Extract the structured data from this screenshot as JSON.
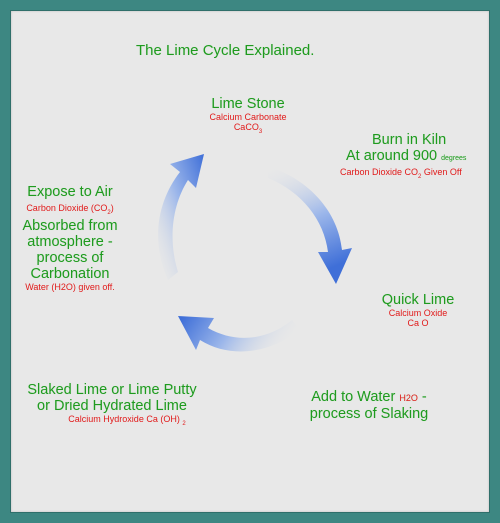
{
  "title": "The Lime Cycle Explained.",
  "stages": {
    "lime_stone": {
      "name": "Lime Stone",
      "sub1": "Calcium Carbonate",
      "sub2": "CaCO",
      "sub2_subscript": "3"
    },
    "kiln": {
      "line1": "Burn in Kiln",
      "line2": "At around 900",
      "degrees": "degrees",
      "sub_a": "Carbon Dioxide  CO",
      "sub_a_subscript": "2",
      "sub_b": "Given Off"
    },
    "quick_lime": {
      "name": "Quick Lime",
      "sub1": "Calcium Oxide",
      "sub2": "Ca O"
    },
    "water": {
      "line1a": "Add to Water",
      "h2o": "H2O",
      "line1b": "-",
      "line2": "process of Slaking"
    },
    "slaked": {
      "line1": "Slaked Lime or Lime Putty",
      "line2": "or Dried Hydrated Lime",
      "sub": "Calcium Hydroxide Ca (OH)",
      "sub_subscript": "2"
    },
    "air": {
      "line1": "Expose to Air",
      "sub1": "Carbon Dioxide (CO",
      "sub1_subscript": "2",
      "sub1_close": ")",
      "line2": "Absorbed from",
      "line3": "atmosphere -",
      "line4": "process of",
      "line5": "Carbonation",
      "sub2": "Water (H2O) given off."
    }
  },
  "colors": {
    "green": "#1f9a1f",
    "red": "#e11a1a",
    "arrow_blue": "#3f6fd8",
    "panel": "#e8e8e8",
    "frame": "#3d8782"
  }
}
